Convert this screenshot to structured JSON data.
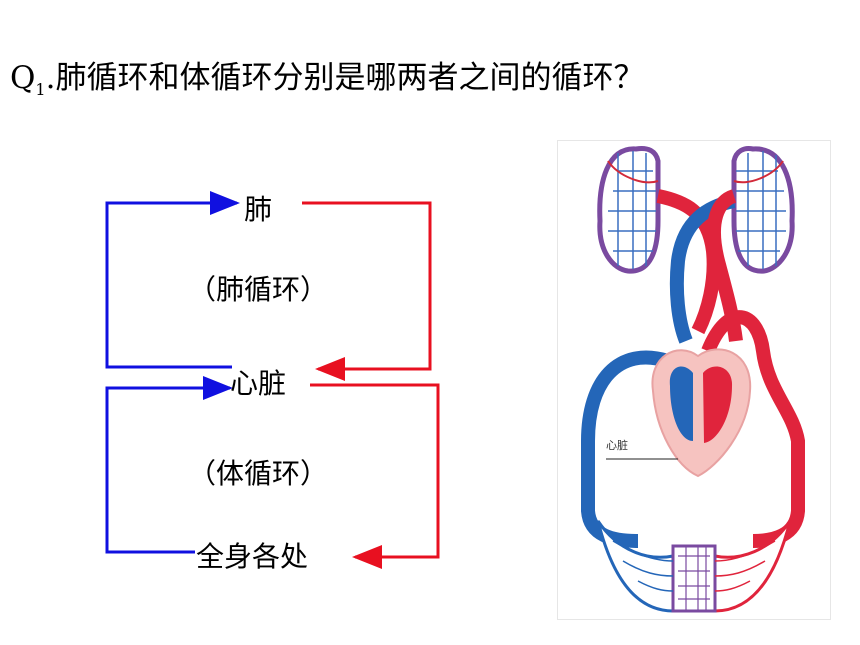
{
  "question": {
    "prefix": "Q",
    "sub": "1",
    "text": ".肺循环和体循环分别是哪两者之间的循环？"
  },
  "flow": {
    "lung": "肺",
    "pulmonary": "（肺循环）",
    "heart": "心脏",
    "systemic": "（体循环）",
    "body": "全身各处"
  },
  "illustration": {
    "heart_label": "心脏"
  },
  "colors": {
    "blue": "#1010e0",
    "red": "#e81020",
    "vein": "#2466b8",
    "artery": "#e0243c"
  }
}
